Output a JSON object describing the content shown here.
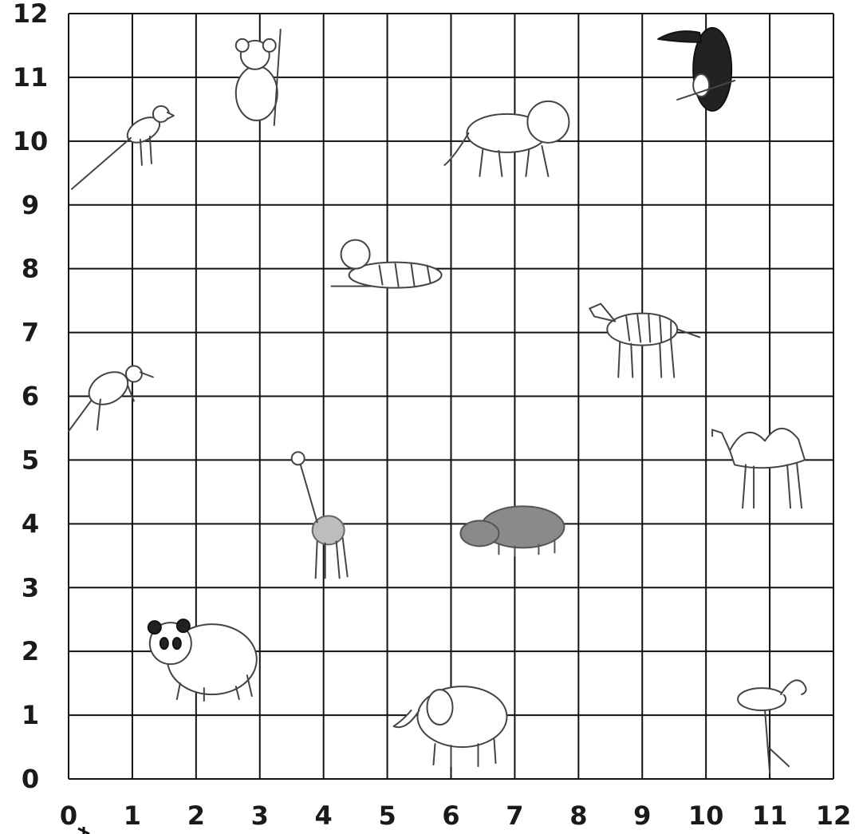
{
  "grid": {
    "x_labels": [
      "0",
      "1",
      "2",
      "3",
      "4",
      "5",
      "6",
      "7",
      "8",
      "9",
      "10",
      "11",
      "12"
    ],
    "y_labels": [
      "0",
      "1",
      "2",
      "3",
      "4",
      "5",
      "6",
      "7",
      "8",
      "9",
      "10",
      "11",
      "12"
    ],
    "x_range": [
      0,
      12
    ],
    "y_range": [
      0,
      12
    ],
    "line_color": "#111111"
  },
  "animals": [
    {
      "name": "parrot",
      "icon": "parrot-icon",
      "x": 1.0,
      "y": 10.0
    },
    {
      "name": "koala",
      "icon": "koala-icon",
      "x": 3.0,
      "y": 11.0
    },
    {
      "name": "lion",
      "icon": "lion-icon",
      "x": 7.0,
      "y": 10.0
    },
    {
      "name": "toucan",
      "icon": "toucan-icon",
      "x": 10.0,
      "y": 11.0
    },
    {
      "name": "tiger",
      "icon": "tiger-icon",
      "x": 5.0,
      "y": 8.0
    },
    {
      "name": "zebra",
      "icon": "zebra-icon",
      "x": 9.0,
      "y": 7.0
    },
    {
      "name": "kangaroo",
      "icon": "kangaroo-icon",
      "x": 1.0,
      "y": 6.0
    },
    {
      "name": "camel",
      "icon": "camel-icon",
      "x": 11.0,
      "y": 5.0
    },
    {
      "name": "giraffe",
      "icon": "giraffe-icon",
      "x": 4.0,
      "y": 4.0
    },
    {
      "name": "hippo",
      "icon": "hippo-icon",
      "x": 7.0,
      "y": 4.0
    },
    {
      "name": "panda",
      "icon": "panda-icon",
      "x": 2.0,
      "y": 2.0
    },
    {
      "name": "elephant",
      "icon": "elephant-icon",
      "x": 6.0,
      "y": 1.0
    },
    {
      "name": "flamingo",
      "icon": "flamingo-icon",
      "x": 11.0,
      "y": 1.0
    }
  ]
}
